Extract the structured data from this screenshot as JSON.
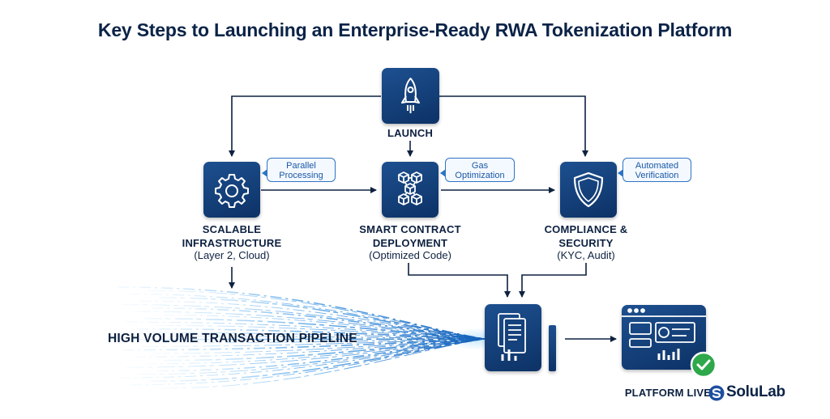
{
  "title": "Key Steps to Launching an Enterprise-Ready RWA Tokenization Platform",
  "nodes": {
    "launch": {
      "label": "LAUNCH",
      "icon": "rocket-icon"
    },
    "scalable": {
      "label_line1": "SCALABLE",
      "label_line2": "INFRASTRUCTURE",
      "detail": "(Layer 2, Cloud)",
      "icon": "gear-icon",
      "badge_line1": "Parallel",
      "badge_line2": "Processing"
    },
    "contract": {
      "label_line1": "SMART CONTRACT",
      "label_line2": "DEPLOYMENT",
      "detail": "(Optimized Code)",
      "icon": "blockchain-cubes-icon",
      "badge_line1": "Gas",
      "badge_line2": "Optimization"
    },
    "compliance": {
      "label_line1": "COMPLIANCE &",
      "label_line2": "SECURITY",
      "detail": "(KYC, Audit)",
      "icon": "shield-icon",
      "badge_line1": "Automated",
      "badge_line2": "Verification"
    }
  },
  "pipeline": {
    "label": "HIGH VOLUME TRANSACTION PIPELINE",
    "icon": "processing-documents-icon"
  },
  "platform": {
    "label": "PLATFORM LIVE",
    "icon": "dashboard-check-icon"
  },
  "brand": {
    "name": "SoluLab",
    "icon": "solulab-logo-icon"
  },
  "colors": {
    "primary": "#0d3266",
    "accent": "#2d74c3",
    "arrow": "#0d2140",
    "check": "#2ea84a"
  }
}
